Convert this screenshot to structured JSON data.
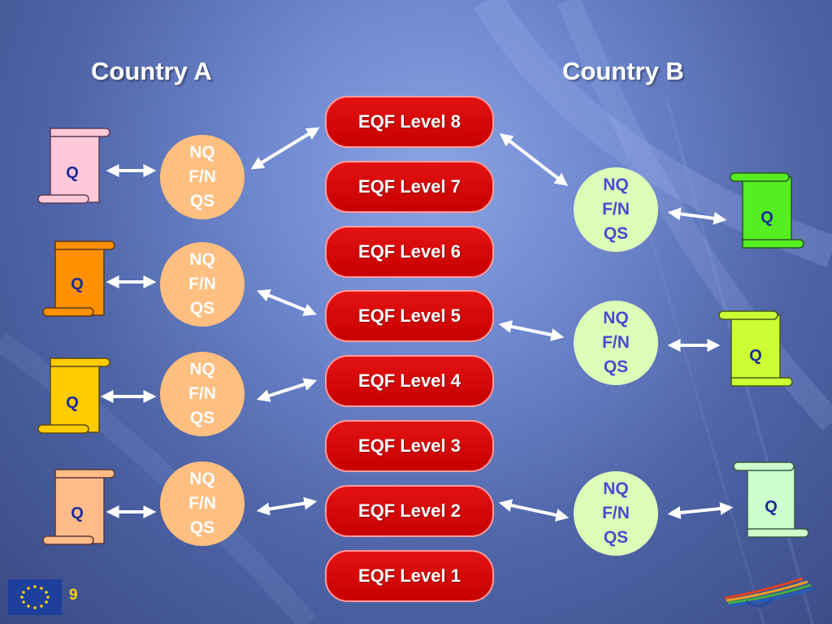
{
  "titles": {
    "country_a": "Country A",
    "country_b": "Country B"
  },
  "eqf_levels": [
    "EQF Level 8",
    "EQF Level 7",
    "EQF Level 6",
    "EQF Level 5",
    "EQF Level 4",
    "EQF Level 3",
    "EQF Level 2",
    "EQF Level 1"
  ],
  "nqf_label": "NQF/NQS",
  "q_label": "Q",
  "page_number": "9",
  "colors": {
    "eqf_box": "#d80000",
    "nqf_country_a": "#ffbf80",
    "nqf_country_b": "#ddfcb8",
    "q_text": "#1a2a9a",
    "scroll_a": [
      "#ffc8d8",
      "#ff9000",
      "#ffcc00",
      "#ffbb88"
    ],
    "scroll_b": [
      "#55ee22",
      "#ccff33",
      "#ccffcc"
    ]
  }
}
